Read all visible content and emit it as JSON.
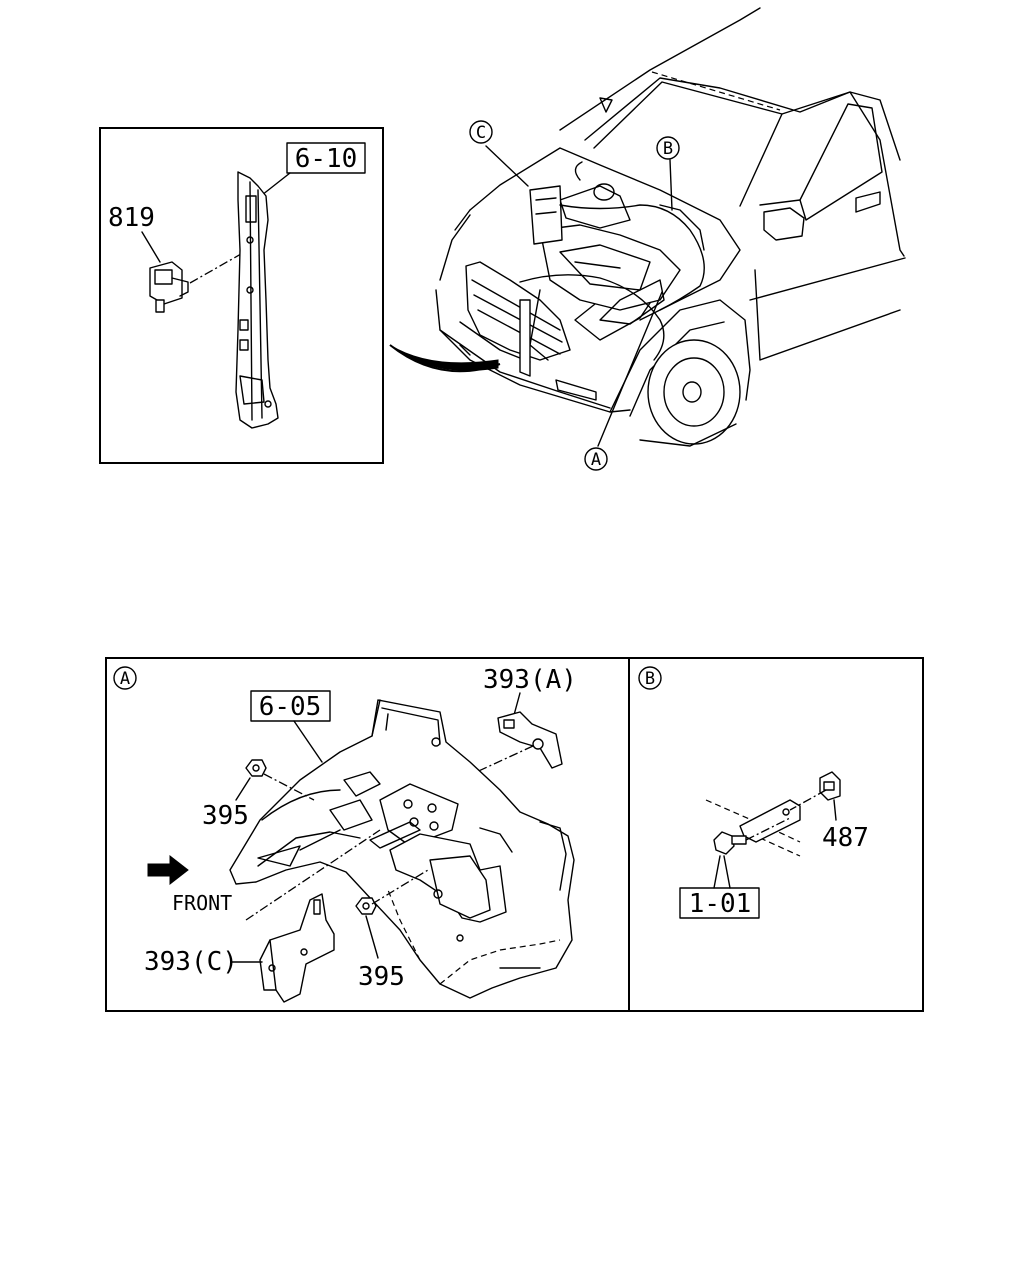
{
  "callouts": {
    "ref_6_10": "6-10",
    "part_819": "819",
    "circle_c": "C",
    "circle_b": "B",
    "circle_a": "A",
    "panel_a_tag": "A",
    "ref_6_05": "6-05",
    "part_393a": "393(A)",
    "part_395_left": "395",
    "front_label": "FRONT",
    "part_393c": "393(C)",
    "part_395_bottom": "395",
    "panel_b_tag": "B",
    "part_487": "487",
    "ref_1_01": "1-01"
  },
  "icons": {
    "front_arrow": "arrow-right-icon"
  }
}
